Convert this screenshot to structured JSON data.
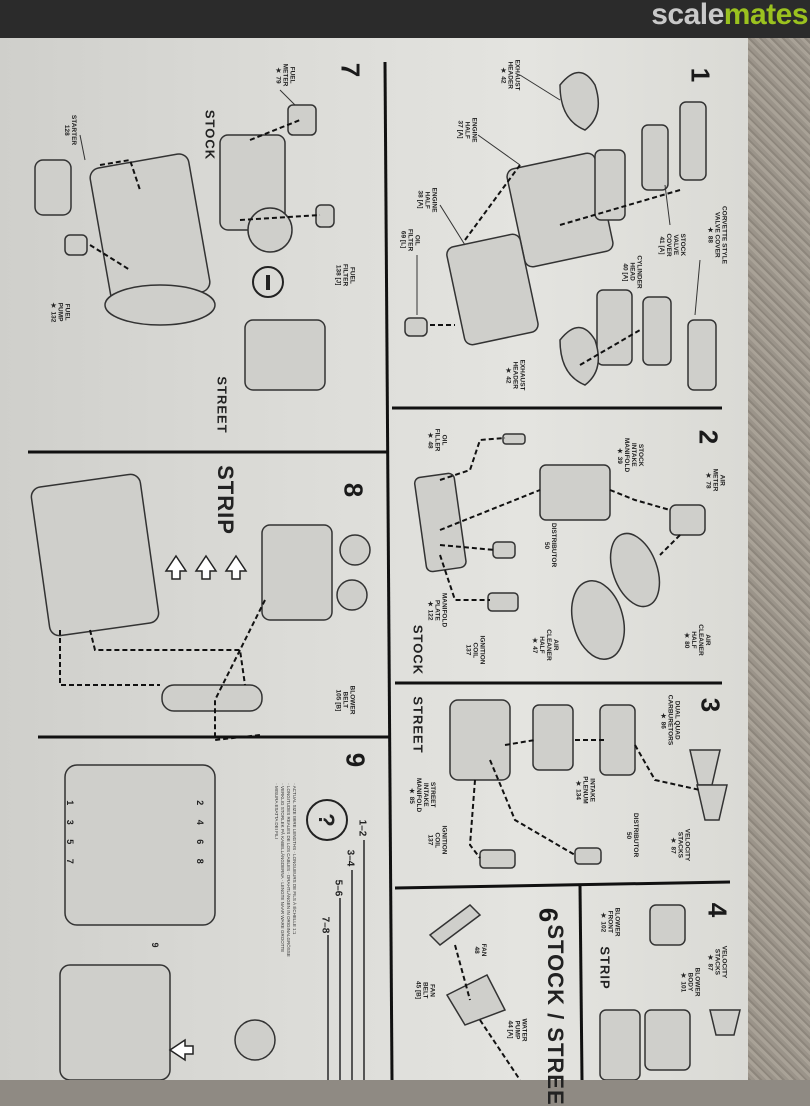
{
  "watermark": {
    "part1": "scale",
    "part2": "mates",
    "color_accent": "#9bc21f"
  },
  "panel1": {
    "number": "1",
    "labels": [
      "EXHAUST\nHEADER\n★ 42",
      "ENGINE\nHALF\n37 [A]",
      "ENGINE\nHALF\n38 [A]",
      "OIL\nFILTER\n69 [L]",
      "CYLINDER\nHEAD\n40 [A]",
      "STOCK\nVALVE\nCOVER\n41 [A]",
      "CORVETTE STYLE\nVALVE COVER\n★ 88",
      "EXHAUST\nHEADER\n★ 42"
    ]
  },
  "panel7": {
    "number": "7",
    "stock": "STOCK",
    "street": "STREET",
    "labels": [
      "FUEL\nMETER\n★ 79",
      "STARTER\n128",
      "FUEL\nFILTER\n138 [J]",
      "FUEL\nPUMP\n★ 132"
    ]
  },
  "panel2": {
    "number": "2",
    "stock": "STOCK",
    "labels": [
      "AIR\nMETER\n★ 78",
      "STOCK\nINTAKE\nMANIFOLD\n★ 39",
      "OIL\nFILLER\n★ 48",
      "DISTRIBUTOR\n50",
      "MANIFOLD\nPLATE\n★ 122",
      "IGNITION\nCOIL\n137",
      "AIR\nCLEANER\nHALF\n★ 47",
      "AIR\nCLEANER\nHALF\n★ 80"
    ]
  },
  "panel3": {
    "number": "3",
    "street": "STREET",
    "labels": [
      "DUAL QUAD\nCARBURETORS\n★ 86",
      "INTAKE\nPLENUM\n★ 134",
      "STREET\nINTAKE\nMANIFOLD\n★ 85",
      "VELOCITY\nSTACKS\n★ 87",
      "DISTRIBUTOR\n50",
      "IGNITION\nCOIL\n137"
    ]
  },
  "panel8": {
    "number": "8",
    "strip": "STRIP",
    "labels": [
      "BLOWER\nBELT\n105 [B]"
    ]
  },
  "panel9": {
    "number": "9",
    "wires": [
      "1–2",
      "3–4",
      "5–6",
      "7–8"
    ],
    "footnote": [
      "· ACTUAL SIZE WIRE LENGTHS · LONGUEURS DE FILS À ÉCHELLE 1:1",
      "· LONGITUDES REALES DE LOS CABLES · DRAHTLÄNGEN IN ORIGINALGRÖSSE",
      "· VERKLIG STORLEK PÅ KABELLÄNGDERNA · LENGTE NAAR WARE GROOTTE",
      "· MISURA ESATTA DEI FILI"
    ],
    "cylinders_left": "1 3 5 7",
    "cylinders_right": "2 4 6 8",
    "coil": "9"
  },
  "panel6": {
    "number": "6",
    "title": "STOCK / STREE",
    "labels": [
      "FAN\n48",
      "FAN\nBELT\n45 [B]",
      "WATER\nPUMP\n44 [A]"
    ]
  },
  "panel4": {
    "number": "4",
    "strip": "STRIP",
    "labels": [
      "BLOWER\nFRONT\n★ 102",
      "VELOCITY\nSTACKS\n★ 87",
      "BLOWER\nBODY\n★ 101"
    ]
  }
}
